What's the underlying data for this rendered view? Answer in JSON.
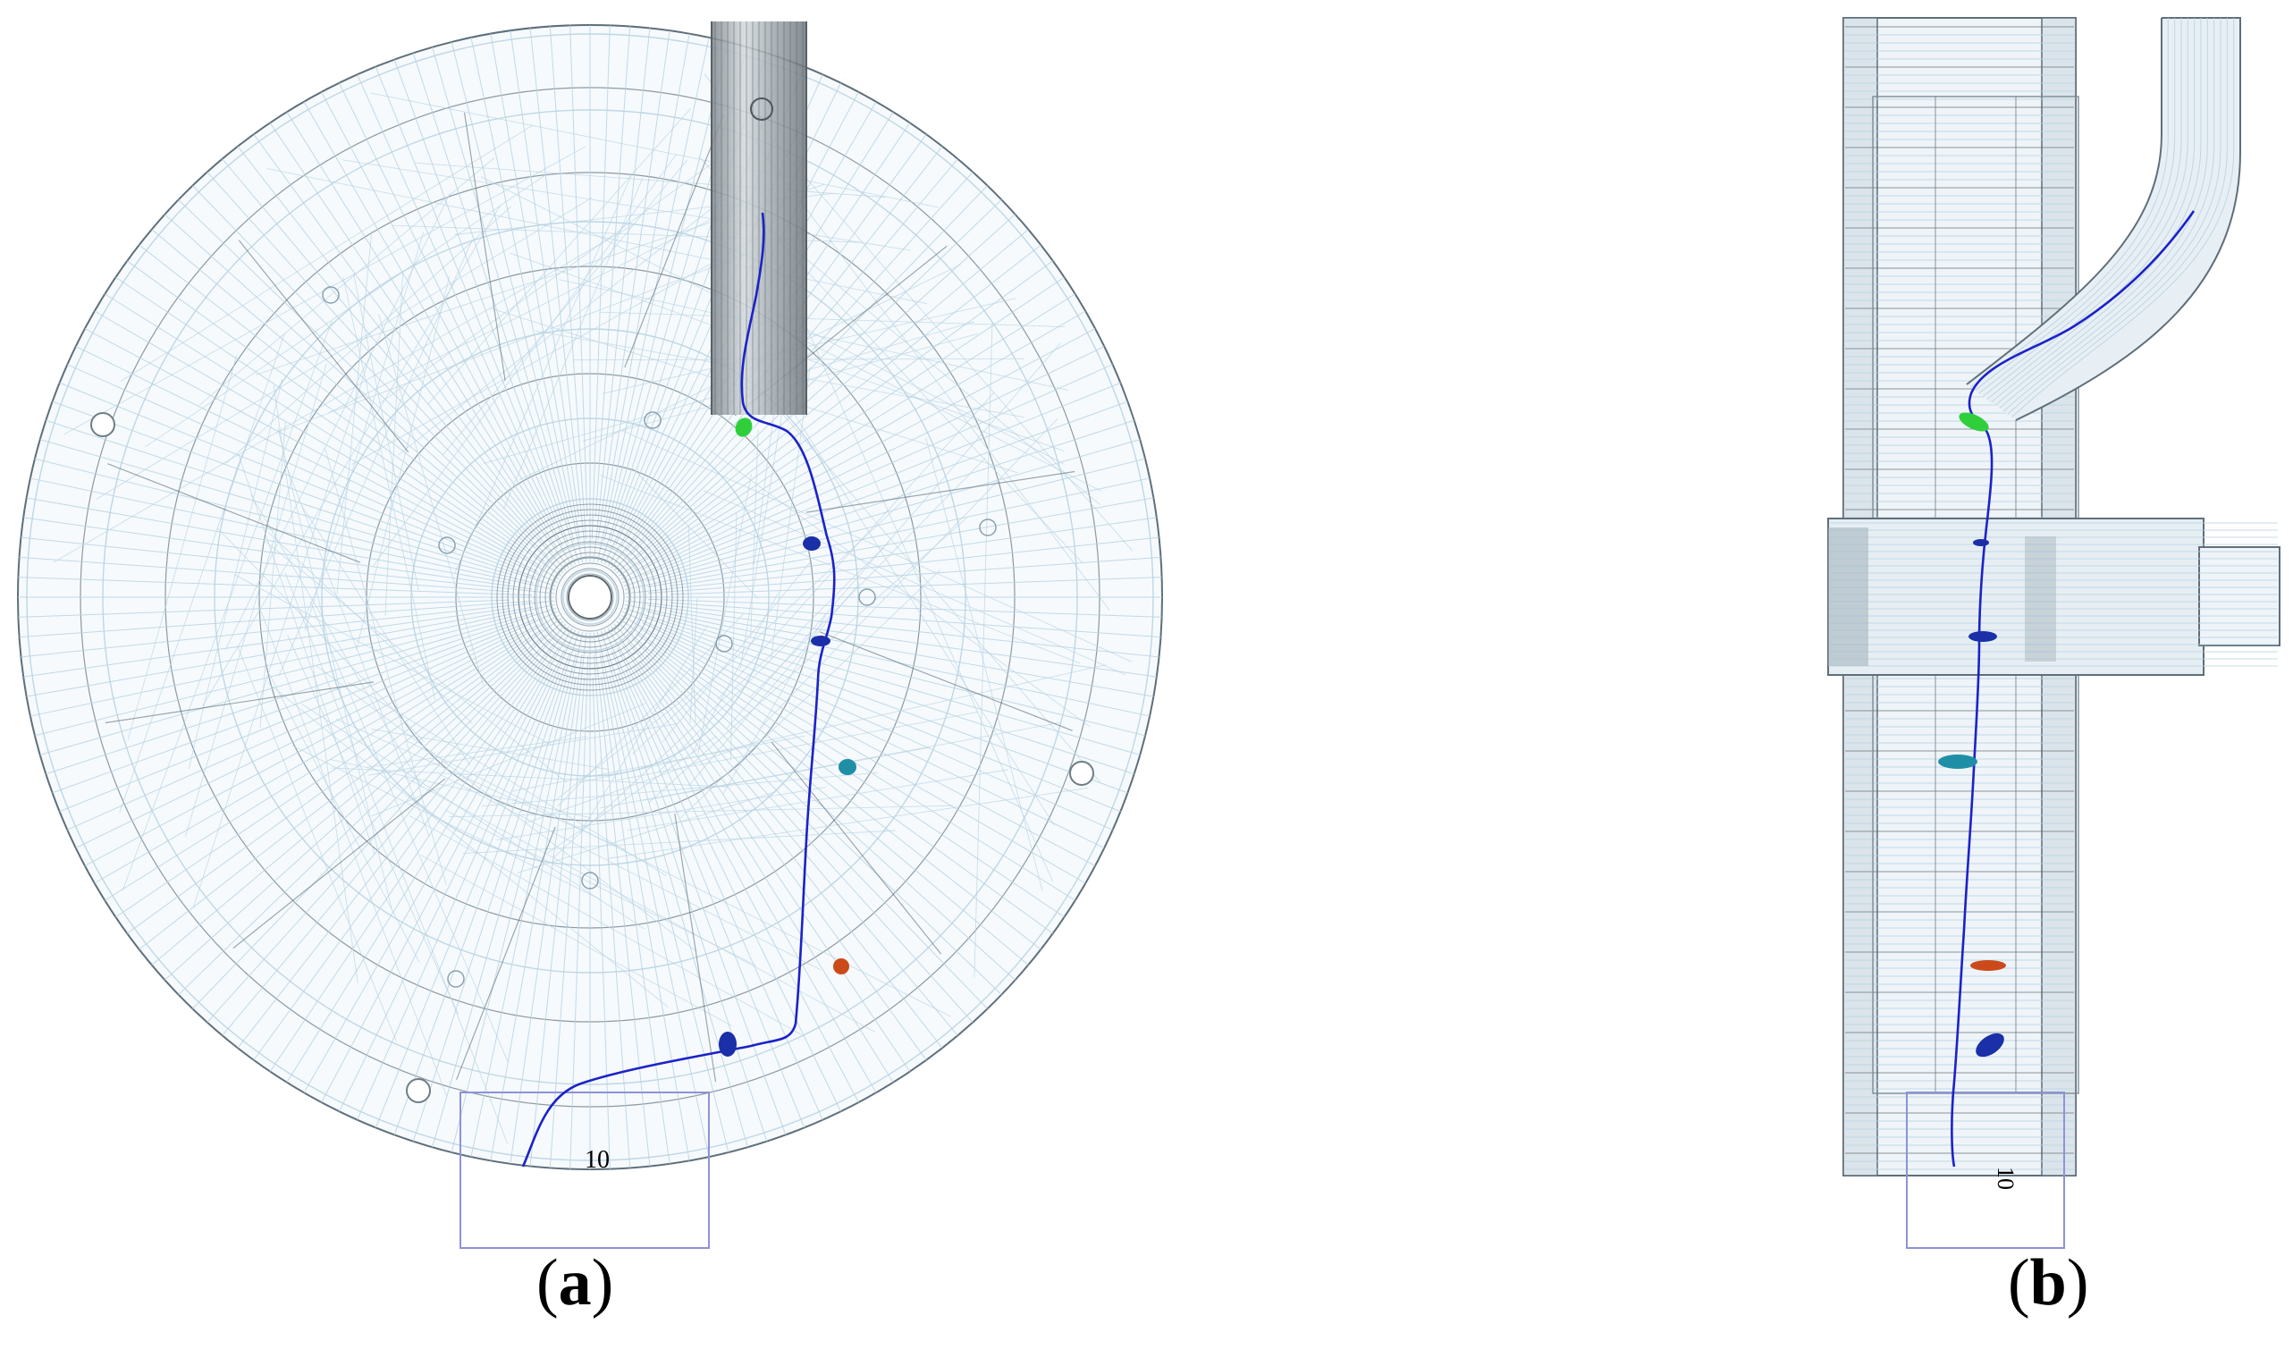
{
  "panels": [
    {
      "id": "a",
      "caption_letter": "a",
      "box_label": "10"
    },
    {
      "id": "b",
      "caption_letter": "b",
      "box_label": "10"
    }
  ],
  "colors": {
    "mesh": "#b9d3e2",
    "mesh_dark": "#5f6f7a",
    "pipe": "#8e979d",
    "trajectory": "#1b22c8",
    "green": "#2fcf3c",
    "navy": "#1a2fa8",
    "teal": "#1f8fa6",
    "orange": "#cc4a1a",
    "outlet_box": "#8d93d6"
  }
}
